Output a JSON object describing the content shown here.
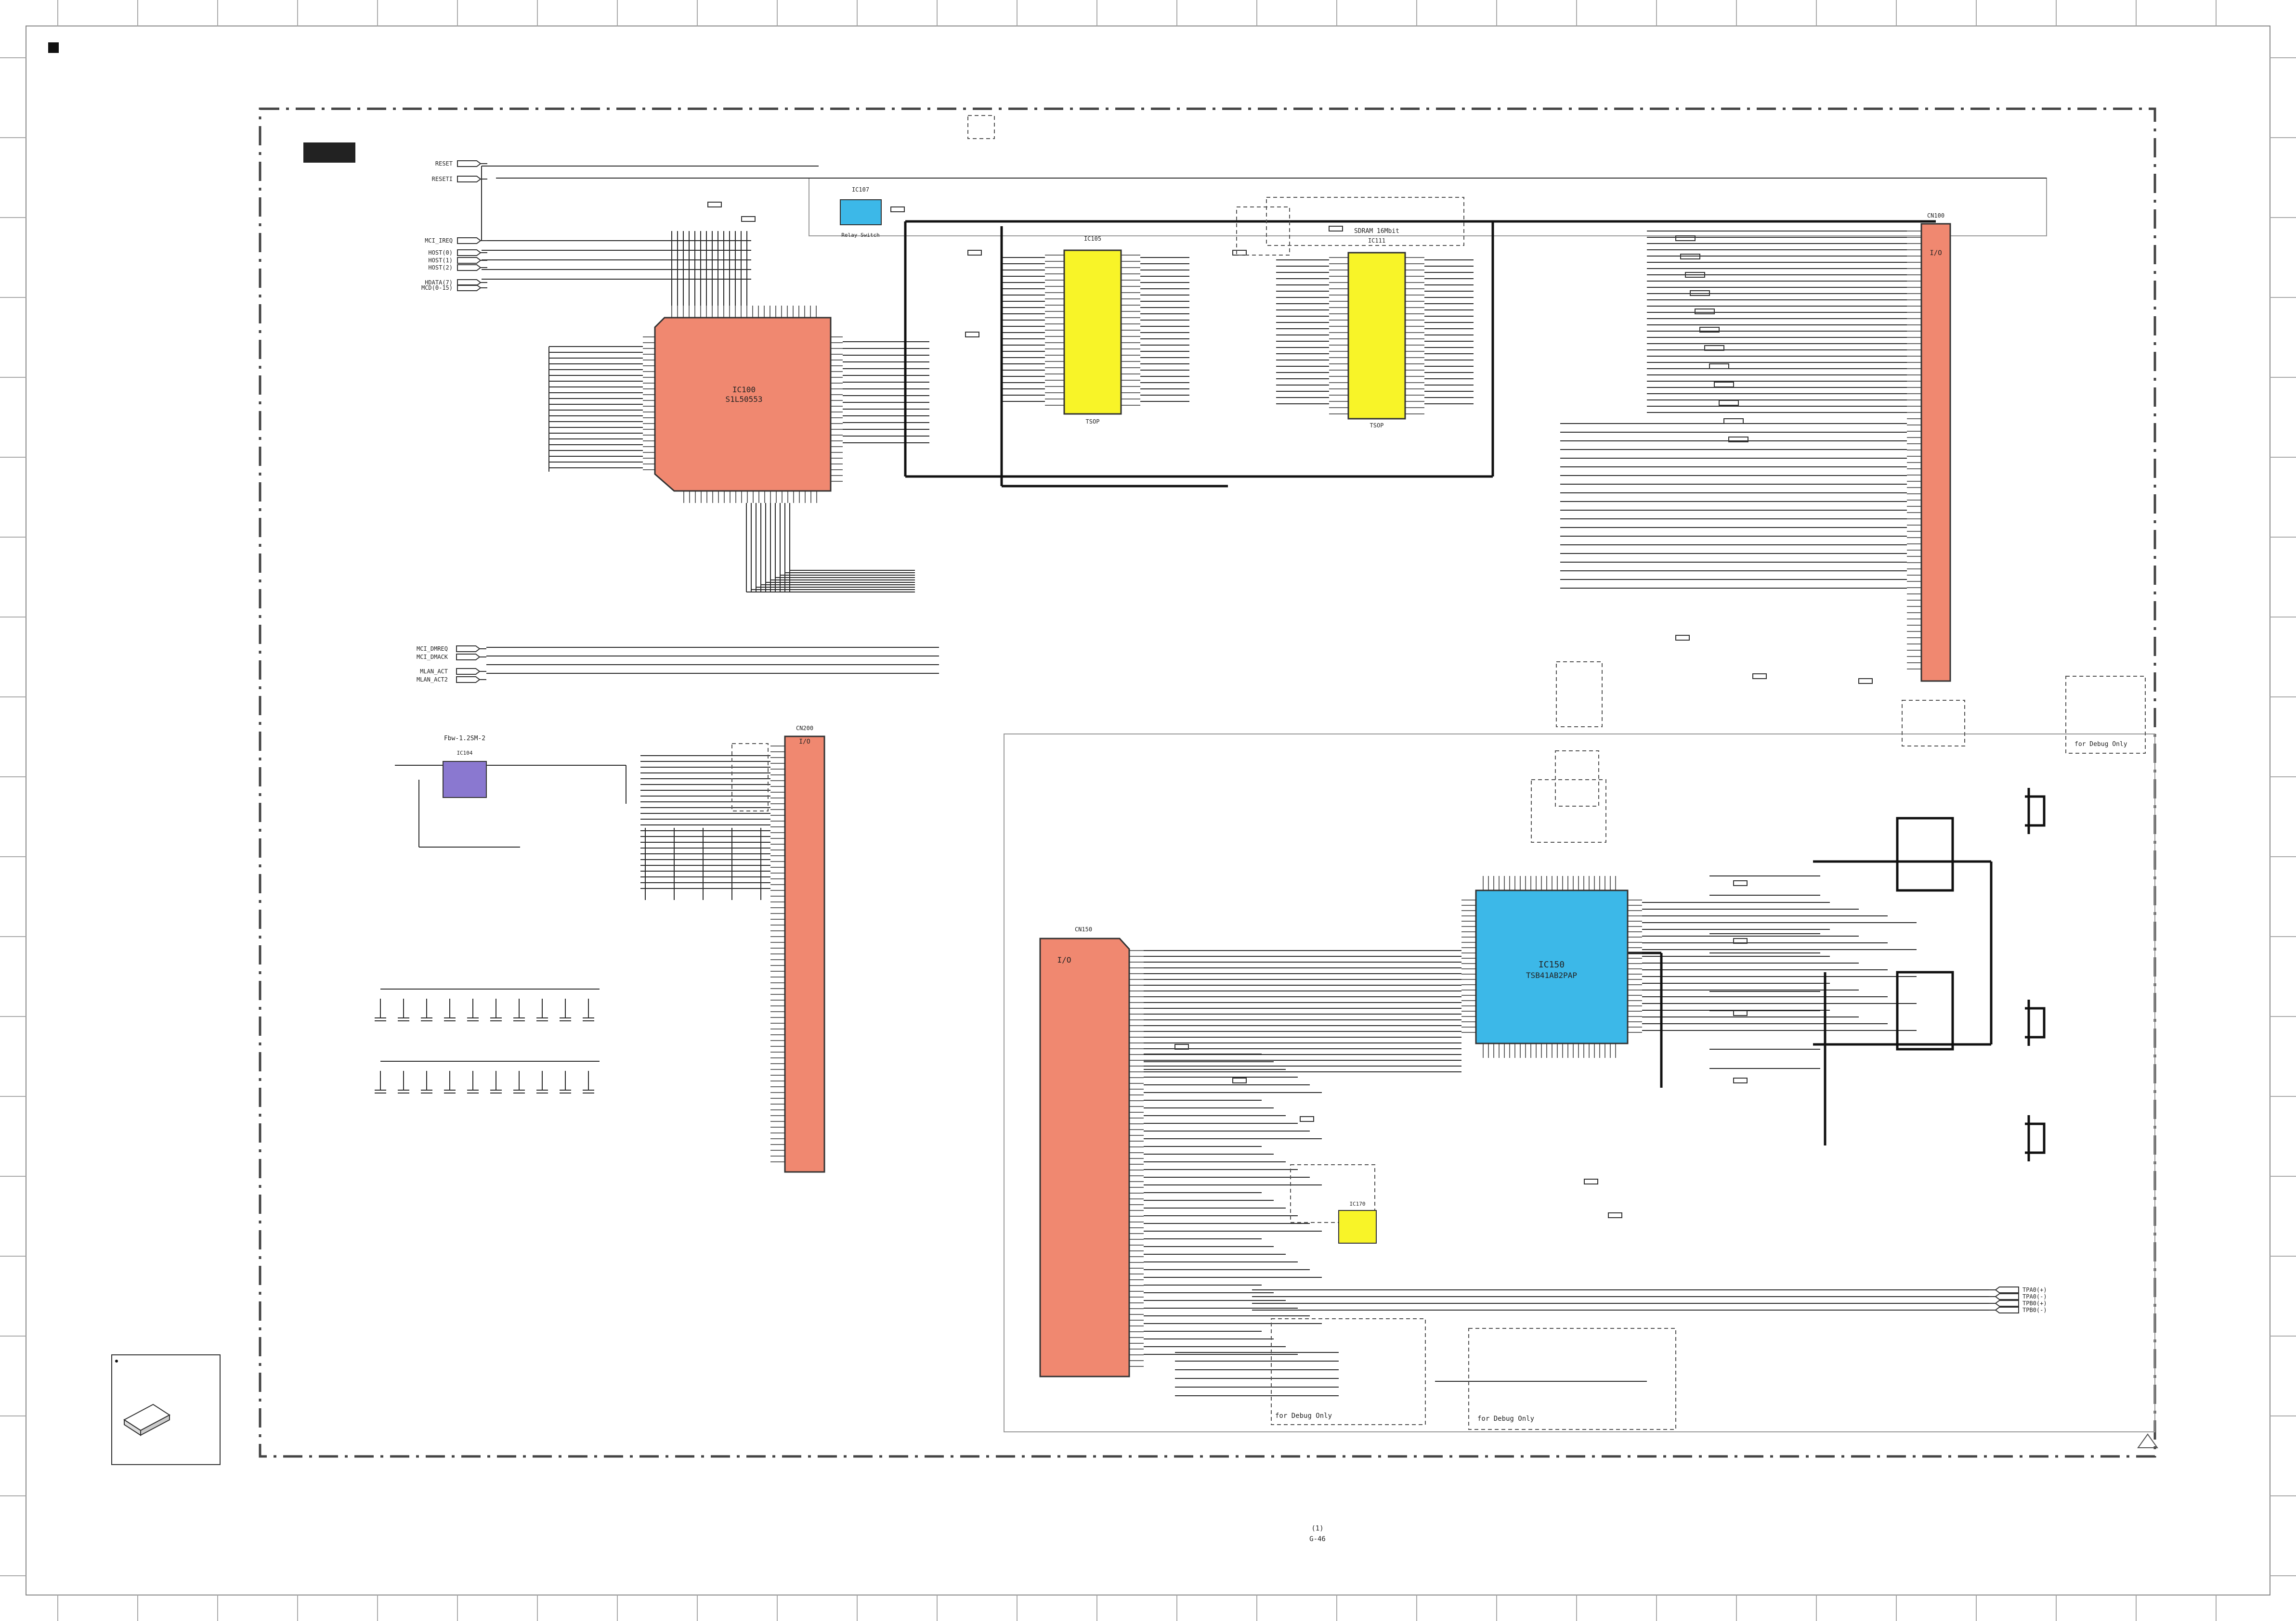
{
  "colors": {
    "ic_red": "#f08870",
    "ic_blue": "#3cb8e8",
    "ic_yellow": "#f8f428",
    "ic_purple": "#8a78d0",
    "line": "#2a2a2a",
    "frame": "#444444"
  },
  "chips": {
    "cpu": {
      "ref": "IC100",
      "part": "S1L50553"
    },
    "mini_blue": {
      "ref": "IC107",
      "part": "Relay Switch"
    },
    "mem1": {
      "ref": "IC105",
      "part": "TSOP"
    },
    "mem2": {
      "ref": "IC111",
      "part": "TSOP",
      "header": "SDRAM 16Mbit"
    },
    "big_blue": {
      "ref": "IC150",
      "part": "TSB41AB2PAP"
    },
    "regulator": {
      "ref": "IC104",
      "header": "Fbw-1.2SM-2"
    },
    "small_yellow": {
      "ref": "IC170"
    }
  },
  "connectors": {
    "cn_top_right": {
      "ref": "CN100",
      "pin_label": "I/O"
    },
    "cn_mid": {
      "ref": "CN200",
      "pin_label": "I/O"
    },
    "cn_lower_left": {
      "ref": "CN150",
      "pin_label": "I/O"
    }
  },
  "inputs_left": [
    "RESET",
    "RESETI",
    "MCI_IREQ",
    "HOST(0)",
    "HOST(1)",
    "HOST(2)",
    "HDATA(7)",
    "MCD(0-15)"
  ],
  "inputs_bottom": [
    "MCI_DMREQ",
    "MCI_DMACK",
    "MLAN_ACT",
    "MLAN_ACT2"
  ],
  "outputs_right": [
    "TPA0(+)",
    "TPA0(-)",
    "TPB0(+)",
    "TPB0(-)"
  ],
  "notes": [
    "for Debug Only",
    "for Debug Only",
    "for Debug Only",
    "Relay Switch"
  ],
  "page": {
    "index": "(1)",
    "number": "G-46"
  }
}
